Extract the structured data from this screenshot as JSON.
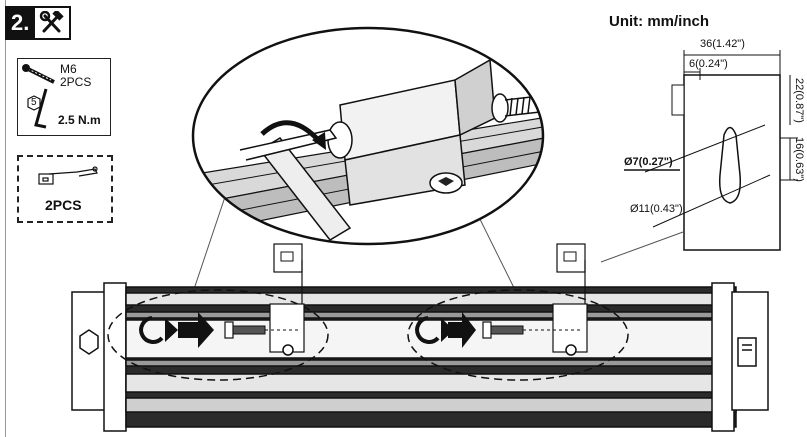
{
  "step": {
    "number": "2.",
    "tool_icon": "hammer-wrench-icon"
  },
  "parts": {
    "screw_spec": "M6",
    "screw_qty": "2PCS",
    "hex_key_size": "5",
    "torque": "2.5 N.m",
    "clip_qty": "2PCS"
  },
  "dimensions": {
    "unit_label": "Unit: mm/inch",
    "width_total": "36(1.42\")",
    "offset": "6(0.24\")",
    "height_a": "22(0.87\")",
    "height_b": "16(0.63\")",
    "hole_small": "Ø7(0.27\")",
    "hole_large": "Ø11(0.43\")"
  },
  "colors": {
    "line": "#111111",
    "rail_dark": "#2b2b2b",
    "rail_light": "#e6e6e6"
  }
}
